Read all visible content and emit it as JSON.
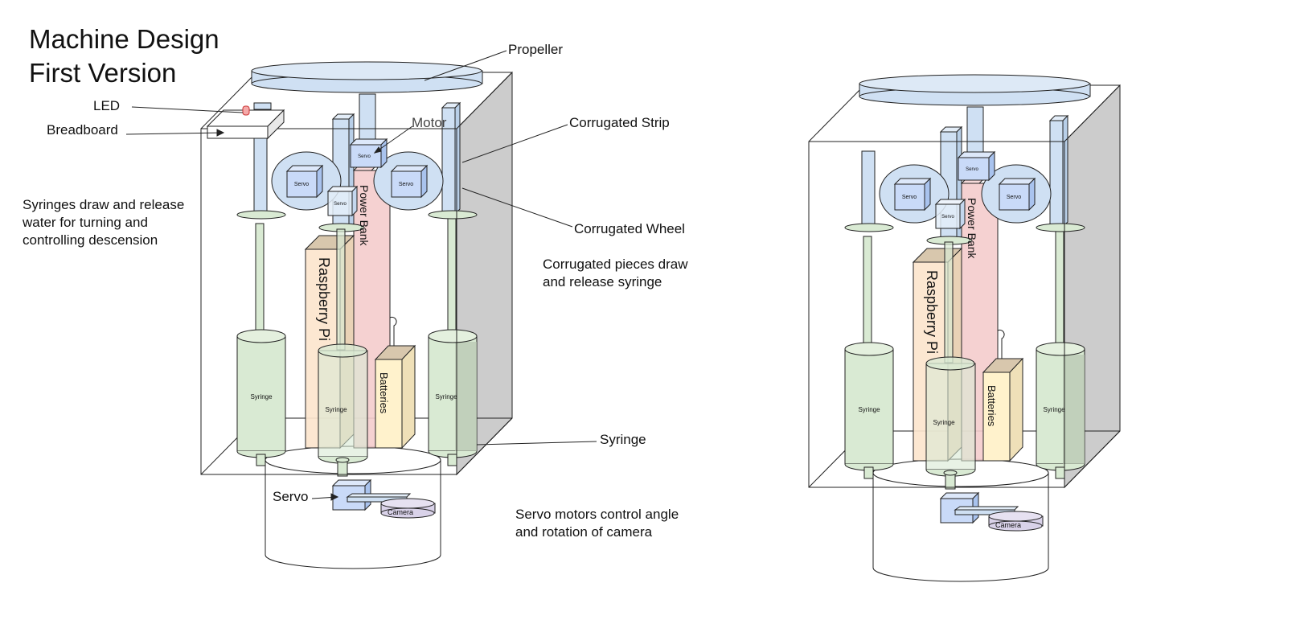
{
  "title": {
    "line1": "Machine Design",
    "line2": "First Version"
  },
  "callouts": {
    "propeller": "Propeller",
    "led": "LED",
    "breadboard": "Breadboard",
    "motor": "Motor",
    "corrugated_strip": "Corrugated Strip",
    "corrugated_wheel": "Corrugated Wheel",
    "syringe": "Syringe",
    "servo": "Servo"
  },
  "notes": {
    "syringes": [
      "Syringes draw and release",
      "water for turning and",
      "controlling descension"
    ],
    "corrugated": [
      "Corrugated pieces draw",
      "and release syringe"
    ],
    "servo": [
      "Servo motors control angle",
      "and rotation of camera"
    ]
  },
  "parts": {
    "servo": "Servo",
    "power_bank": "Power Bank",
    "raspberry_pi": "Raspberry Pi",
    "batteries": "Batteries",
    "syringe": "Syringe",
    "camera": "Camera"
  },
  "colors": {
    "blue": "#cfe0f3",
    "green": "#d9ead3",
    "pink": "#f4cccc",
    "orange": "#fce5cd",
    "yellow": "#fff2cc",
    "purple": "#d9d2e9",
    "gray": "#cccccc"
  }
}
